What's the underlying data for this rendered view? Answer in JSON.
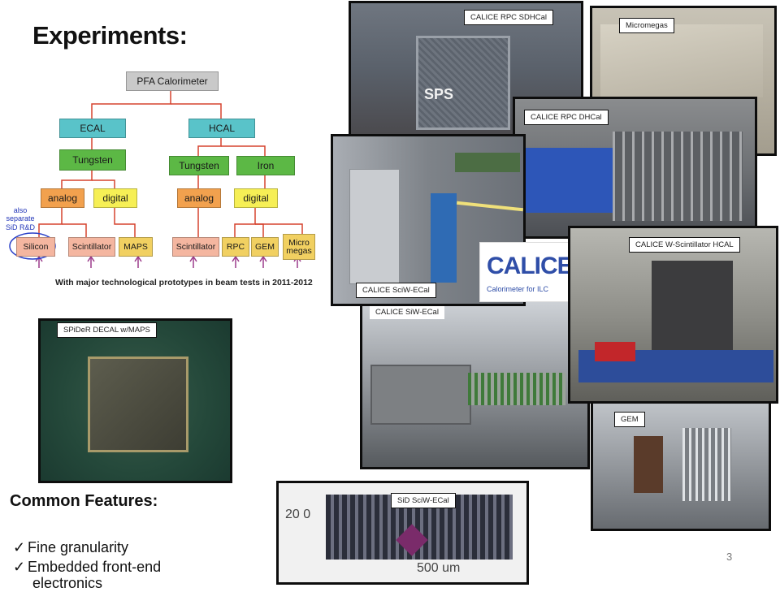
{
  "slide": {
    "title": "Experiments:",
    "page_number": "3"
  },
  "tree": {
    "root": "PFA Calorimeter",
    "ecal": "ECAL",
    "hcal": "HCAL",
    "ecal_tungsten": "Tungsten",
    "hcal_tungsten": "Tungsten",
    "hcal_iron": "Iron",
    "ecal_analog": "analog",
    "ecal_digital": "digital",
    "hcal_analog": "analog",
    "hcal_digital": "digital",
    "leaves": [
      "Silicon",
      "Scintillator",
      "MAPS",
      "Scintillator",
      "RPC",
      "GEM",
      "Micro megas"
    ],
    "side_note": "also separate SiD R&D",
    "bottom_note": "With major technological prototypes in beam tests in 2011-2012"
  },
  "photos": {
    "rpc_sdhcal": "CALICE RPC SDHCal",
    "micromegas": "Micromegas",
    "rpc_dhcal": "CALICE RPC DHCal",
    "sciw_ecal": "CALICE SciW-ECal",
    "siw_ecal": "CALICE SiW-ECal",
    "w_scint_hcal": "CALICE W-Scintillator HCAL",
    "gem": "GEM",
    "spider": "SPiDeR DECAL w/MAPS",
    "sid_sciw": "SiD SciW-ECal",
    "sps_text": "SPS",
    "calice_logo": "CALICE",
    "calice_tagline": "Calorimeter for ILC",
    "chip_scale_label": "500 um",
    "chip_side_label": "20 0"
  },
  "features": {
    "heading": "Common Features:",
    "items": [
      "Fine granularity",
      "Embedded front-end",
      "electronics"
    ]
  }
}
